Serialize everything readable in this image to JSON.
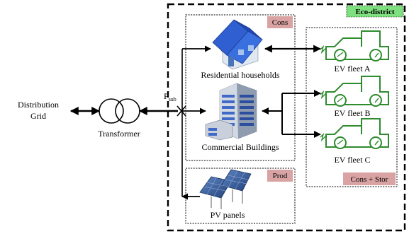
{
  "grid": {
    "line1": "Distribution",
    "line2": "Grid"
  },
  "transformer": {
    "label": "Transformer"
  },
  "psub": {
    "main": "P",
    "sub": "sub"
  },
  "district": {
    "label": "Eco-district",
    "label_color": "#7ee07e"
  },
  "cons_box": {
    "label": "Cons",
    "label_color": "#d9a3a3"
  },
  "prod_box": {
    "label": "Prod",
    "label_color": "#d9a3a3"
  },
  "stor_box": {
    "label": "Cons + Stor",
    "label_color": "#d9a3a3"
  },
  "nodes": {
    "residential": {
      "label": "Residential households",
      "icon": "house-icon"
    },
    "commercial": {
      "label": "Commercial Buildings",
      "icon": "office-building-icon"
    },
    "pv": {
      "label": "PV panels",
      "icon": "solar-panel-icon"
    }
  },
  "ev_fleets": [
    {
      "label": "EV fleet A",
      "icon": "electric-vehicle-icon",
      "color": "#2e8b2e"
    },
    {
      "label": "EV fleet B",
      "icon": "electric-vehicle-icon",
      "color": "#2e8b2e"
    },
    {
      "label": "EV fleet C",
      "icon": "electric-vehicle-icon",
      "color": "#2e8b2e"
    }
  ]
}
